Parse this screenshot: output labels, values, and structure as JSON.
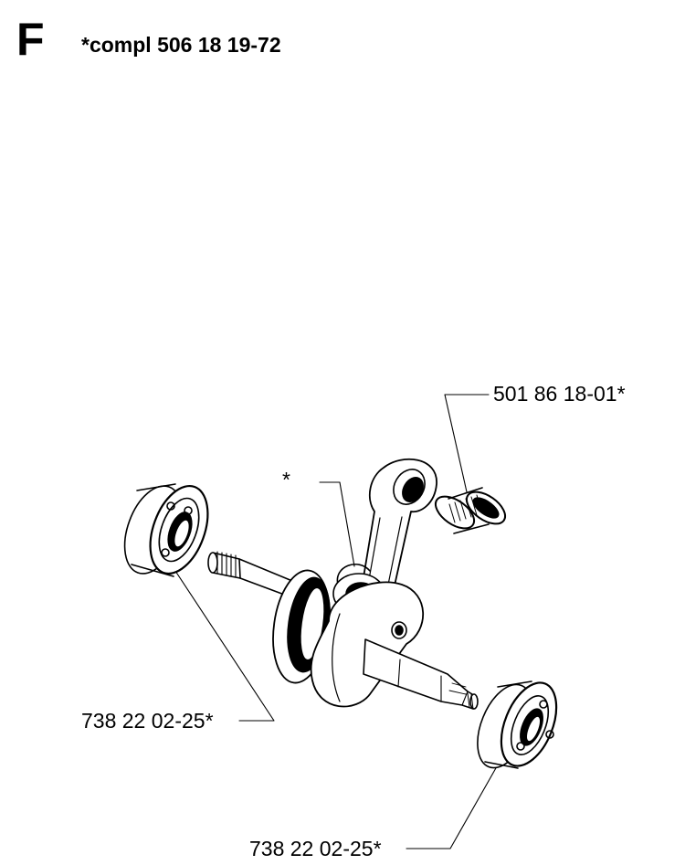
{
  "header": {
    "section_letter": "F",
    "title": "*compl 506 18 19-72"
  },
  "callouts": {
    "needle_bearing": "501 86 18-01*",
    "crankshaft_assembly": "*",
    "ball_bearing_left": "738 22 02-25*",
    "ball_bearing_right": "738 22 02-25*"
  },
  "colors": {
    "ink": "#000000",
    "paper": "#ffffff"
  }
}
